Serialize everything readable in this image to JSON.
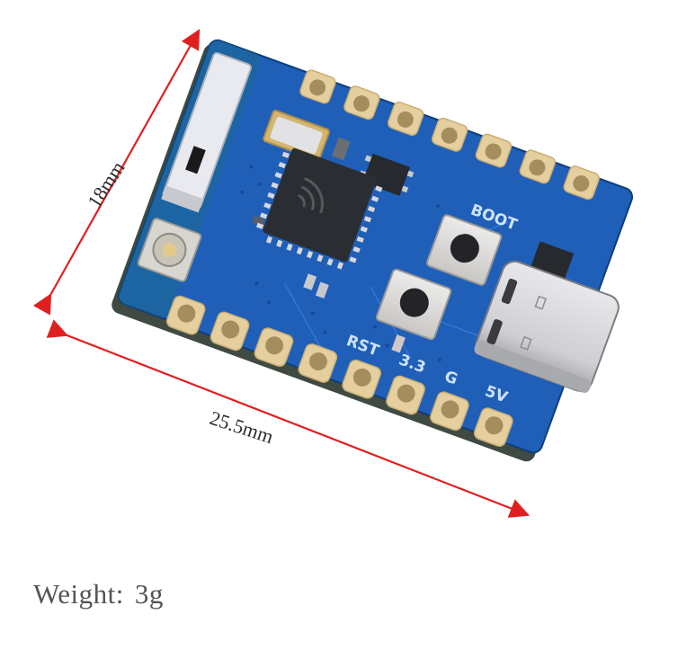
{
  "annotations": {
    "width_label": "18mm",
    "length_label": "25.5mm",
    "arrow_color": "#e02020"
  },
  "board": {
    "silkscreen": {
      "boot": "BOOT",
      "rst": "RST",
      "pin_3v3": "3.3",
      "pin_g": "G",
      "pin_5v": "5V"
    },
    "colors": {
      "pcb": "#1f5fb8",
      "pcb_dark": "#16468e",
      "pad_gold": "#e6cf9e",
      "chip": "#2a2d31",
      "metal": "#d9d9dc"
    },
    "components": [
      "antenna",
      "ipex-connector",
      "crystal-oscillator",
      "mcu-chip",
      "boot-button",
      "reset-button",
      "usb-c-port",
      "voltage-regulator"
    ]
  },
  "caption": {
    "label": "Weight:",
    "value": "3g"
  }
}
